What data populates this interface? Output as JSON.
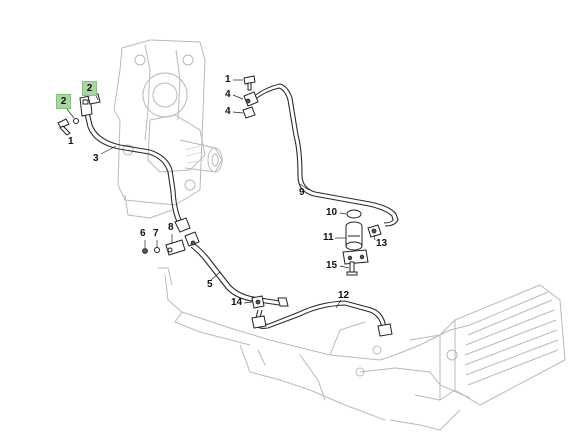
{
  "diagram": {
    "callouts": [
      {
        "id": "callout-left",
        "text": "2"
      },
      {
        "id": "callout-right",
        "text": "2"
      }
    ],
    "labels": {
      "p1a": "1",
      "p3": "3",
      "p1b": "1",
      "p4a": "4",
      "p4b": "4",
      "p9": "9",
      "p10": "10",
      "p11": "11",
      "p13": "13",
      "p15": "15",
      "p6": "6",
      "p7": "7",
      "p8": "8",
      "p5": "5",
      "p14": "14",
      "p12": "12"
    },
    "colors": {
      "callout_fill": "#a9d6a0",
      "line_dark": "#2b2b2b",
      "line_faint": "#b9b9b9"
    }
  }
}
